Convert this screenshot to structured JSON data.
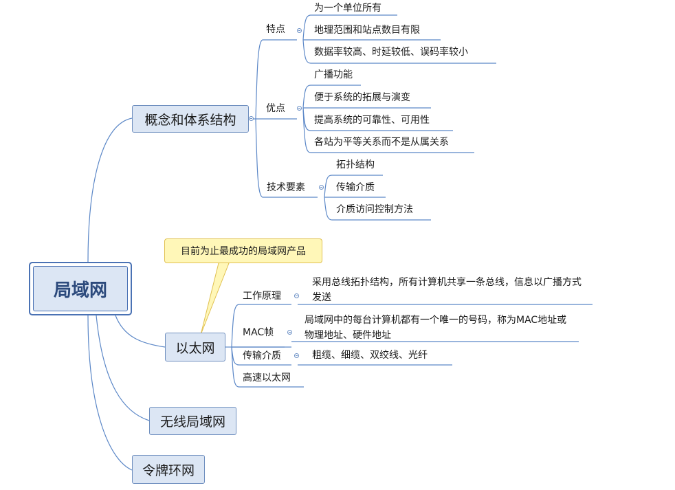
{
  "root": "局域网",
  "callout": "目前为止最成功的局域网产品",
  "branches": {
    "concept": {
      "label": "概念和体系结构",
      "features": {
        "label": "特点",
        "items": [
          "为一个单位所有",
          "地理范围和站点数目有限",
          "数据率较高、时延较低、误码率较小"
        ]
      },
      "advantages": {
        "label": "优点",
        "items": [
          "广播功能",
          "便于系统的拓展与演变",
          "提高系统的可靠性、可用性",
          "各站为平等关系而不是从属关系"
        ]
      },
      "tech": {
        "label": "技术要素",
        "items": [
          "拓扑结构",
          "传输介质",
          "介质访问控制方法"
        ]
      }
    },
    "ethernet": {
      "label": "以太网",
      "principle": {
        "label": "工作原理",
        "desc": "采用总线拓扑结构，所有计算机共享一条总线，信息以广播方式发送"
      },
      "mac": {
        "label": "MAC帧",
        "desc": "局域网中的每台计算机都有一个唯一的号码，称为MAC地址或物理地址、硬件地址"
      },
      "medium": {
        "label": "传输介质",
        "desc": "粗缆、细缆、双绞线、光纤"
      },
      "fast": {
        "label": "高速以太网"
      }
    },
    "wireless": {
      "label": "无线局域网"
    },
    "token": {
      "label": "令牌环网"
    }
  },
  "colors": {
    "line": "#5b87c7",
    "box_fill": "#dce6f4",
    "callout_fill": "#fff7b8"
  }
}
